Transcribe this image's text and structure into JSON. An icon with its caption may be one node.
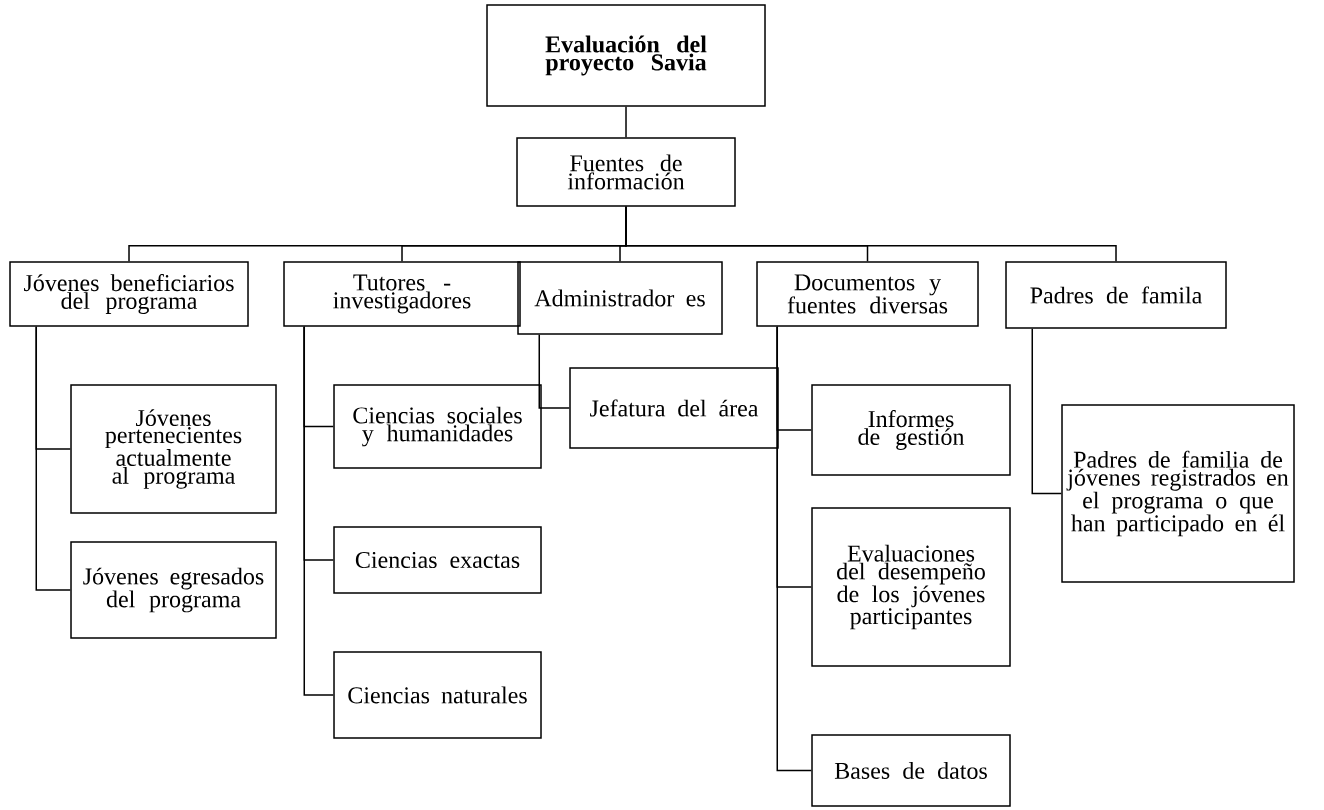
{
  "diagram": {
    "nodes": [
      {
        "text": [
          "Evaluación del proyecto Savia"
        ]
      },
      {
        "text": [
          "Fuentes de información"
        ]
      },
      {
        "text": [
          "Jóvenes beneficiarios del programa"
        ]
      },
      {
        "text": [
          "Tutores - investigadores"
        ]
      },
      {
        "text": [
          "Administrador es"
        ]
      },
      {
        "text": [
          "Documentos y fuentes diversas"
        ]
      },
      {
        "text": [
          "Padres de famila"
        ]
      },
      {
        "text": [
          "Jóvenes pertenecientes actualmente al programa"
        ]
      },
      {
        "text": [
          "Jóvenes egresados del programa"
        ]
      },
      {
        "text": [
          "Ciencias sociales y humanidades"
        ]
      },
      {
        "text": [
          "Ciencias exactas"
        ]
      },
      {
        "text": [
          "Ciencias naturales"
        ]
      },
      {
        "text": [
          "Jefatura del área"
        ]
      },
      {
        "text": [
          "Informes de gestión"
        ]
      },
      {
        "text": [
          "Evaluaciones del desempeño de los jóvenes participantes"
        ]
      },
      {
        "text": [
          "Bases de datos"
        ]
      },
      {
        "text": [
          "Padres de familia de jóvenes registrados en el programa o que han participado en él"
        ]
      }
    ],
    "edges": [
      {
        "from": 0,
        "to": 1,
        "arrow": "none"
      },
      {
        "from": 1,
        "to": 2,
        "arrow": "none"
      },
      {
        "from": 1,
        "to": 3,
        "arrow": "none"
      },
      {
        "from": 1,
        "to": 4,
        "arrow": "none"
      },
      {
        "from": 1,
        "to": 5,
        "arrow": "none"
      },
      {
        "from": 1,
        "to": 6,
        "arrow": "none"
      },
      {
        "from": 2,
        "to": 7,
        "arrow": "none"
      },
      {
        "from": 2,
        "to": 8,
        "arrow": "none"
      },
      {
        "from": 3,
        "to": 9,
        "arrow": "none"
      },
      {
        "from": 3,
        "to": 10,
        "arrow": "none"
      },
      {
        "from": 3,
        "to": 11,
        "arrow": "none"
      },
      {
        "from": 4,
        "to": 12,
        "arrow": "none"
      },
      {
        "from": 5,
        "to": 13,
        "arrow": "none"
      },
      {
        "from": 5,
        "to": 14,
        "arrow": "none"
      },
      {
        "from": 5,
        "to": 15,
        "arrow": "none"
      },
      {
        "from": 6,
        "to": 16,
        "arrow": "none"
      }
    ]
  }
}
